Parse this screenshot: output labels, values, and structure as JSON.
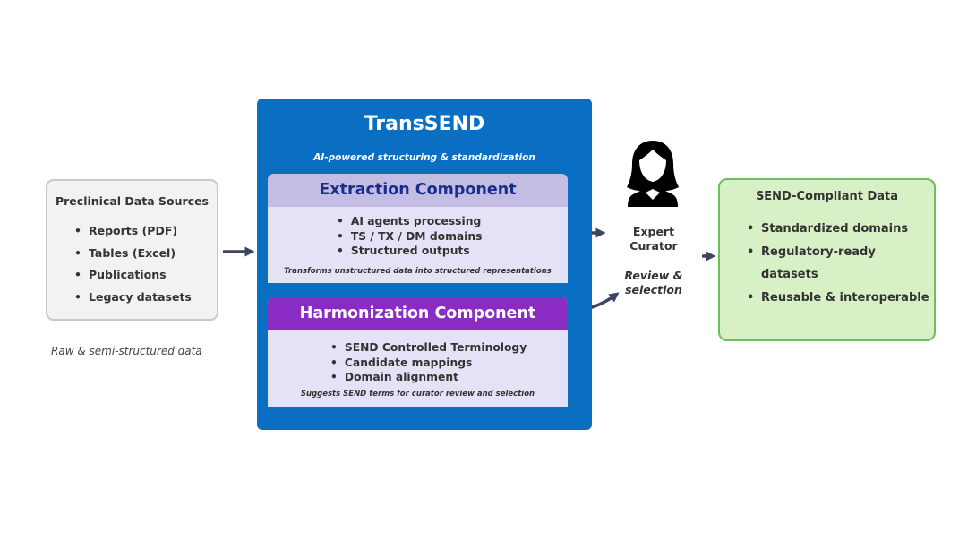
{
  "source": {
    "title": "Preclinical Data Sources",
    "items": [
      "Reports (PDF)",
      "Tables (Excel)",
      "Publications",
      "Legacy datasets"
    ],
    "caption": "Raw & semi-structured data"
  },
  "transsend": {
    "title": "TransSEND",
    "subtitle": "AI-powered structuring & standardization",
    "extraction": {
      "title": "Extraction Component",
      "items": [
        "AI agents processing",
        "TS / TX / DM domains",
        "Structured outputs"
      ],
      "note": "Transforms unstructured data into structured representations"
    },
    "harmonization": {
      "title": "Harmonization Component",
      "items": [
        "SEND Controlled Terminology",
        "Candidate mappings",
        "Domain alignment"
      ],
      "note": "Suggests SEND terms for curator review and selection"
    }
  },
  "curator": {
    "icon": "person-icon",
    "label_line1": "Expert",
    "label_line2": "Curator",
    "sub_line1": "Review &",
    "sub_line2": "selection"
  },
  "output": {
    "title": "SEND-Compliant Data",
    "items": [
      "Standardized domains",
      "Regulatory-ready datasets",
      "Reusable & interoperable"
    ]
  },
  "colors": {
    "main_blue": "#0a6fc2",
    "extraction_header": "#c4bde3",
    "harmonization_header": "#8a2cc4",
    "output_fill": "#d8f0c6",
    "output_border": "#6cbf5c",
    "arrow": "#3b4560"
  }
}
